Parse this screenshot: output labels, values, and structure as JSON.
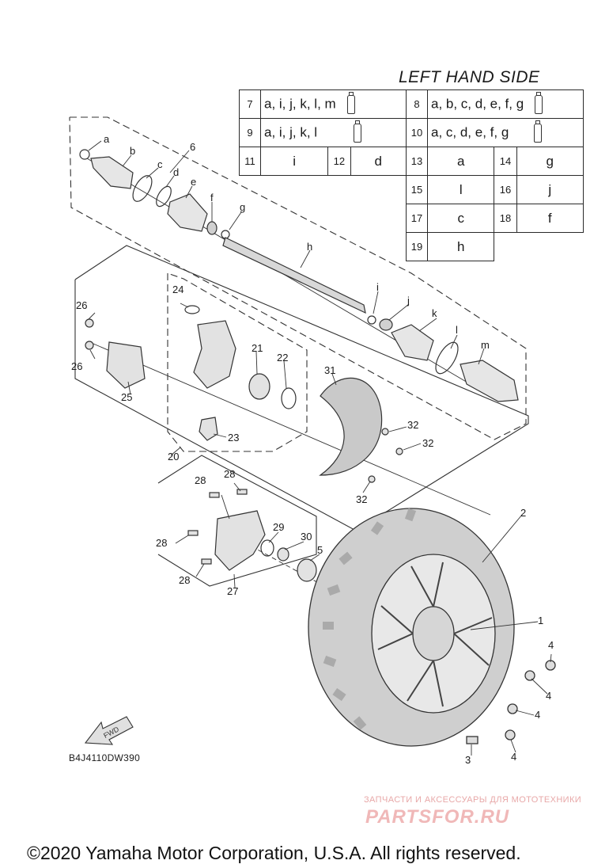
{
  "header": {
    "side_title": "LEFT HAND SIDE"
  },
  "legend": {
    "rows": [
      [
        {
          "no": "7",
          "val": "a, i, j, k, l, m",
          "icon": "grease-tube-icon"
        },
        {
          "no": "8",
          "val": "a, b, c, d, e, f, g",
          "icon": "grease-tube-icon"
        }
      ],
      [
        {
          "no": "9",
          "val": "a, i, j, k, l",
          "icon": "grease-tube-icon"
        },
        {
          "no": "10",
          "val": "a, c, d, e, f, g",
          "icon": "grease-tube-icon"
        }
      ],
      [
        {
          "no": "11",
          "val": "i"
        },
        {
          "no": "12",
          "val": "d"
        },
        {
          "no": "13",
          "val": "a"
        },
        {
          "no": "14",
          "val": "g"
        }
      ],
      [
        {
          "no": "15",
          "val": "l"
        },
        {
          "no": "16",
          "val": "j"
        }
      ],
      [
        {
          "no": "17",
          "val": "c"
        },
        {
          "no": "18",
          "val": "f"
        }
      ],
      [
        {
          "no": "19",
          "val": "h"
        }
      ]
    ]
  },
  "callouts": {
    "a": "a",
    "b": "b",
    "c": "c",
    "d": "d",
    "e": "e",
    "f": "f",
    "g": "g",
    "h": "h",
    "i": "i",
    "j": "j",
    "k": "k",
    "l": "l",
    "m": "m",
    "n1": "1",
    "n2": "2",
    "n3": "3",
    "n4a": "4",
    "n4b": "4",
    "n4c": "4",
    "n4d": "4",
    "n5": "5",
    "n6": "6",
    "n20": "20",
    "n21": "21",
    "n22": "22",
    "n23": "23",
    "n24": "24",
    "n25": "25",
    "n26a": "26",
    "n26b": "26",
    "n27": "27",
    "n28a": "28",
    "n28b": "28",
    "n28c": "28",
    "n28d": "28",
    "n29": "29",
    "n30": "30",
    "n31": "31",
    "n32a": "32",
    "n32b": "32",
    "n32c": "32"
  },
  "fwd_label": "FWD",
  "diagram_code": "B4J4110DW390",
  "watermark": {
    "line1": "ЗАПЧАСТИ И АКСЕССУАРЫ ДЛЯ МОТОТЕХНИКИ",
    "line2": "PARTSFOR.RU"
  },
  "footer": {
    "copyright": "©2020 Yamaha Motor Corporation, U.S.A. All rights reserved."
  }
}
